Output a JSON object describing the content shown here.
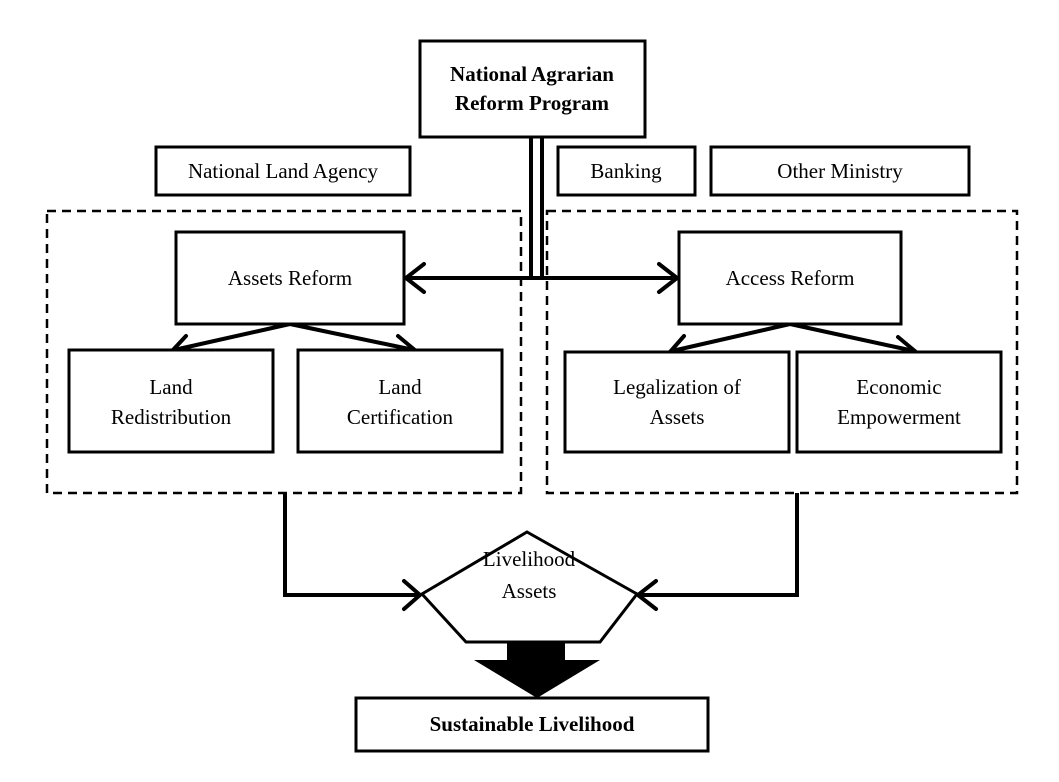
{
  "nodes": {
    "nar_program": [
      "National Agrarian",
      "Reform Program"
    ],
    "land_agency": "National Land Agency",
    "banking": "Banking",
    "other_ministry": "Other Ministry",
    "assets_reform": "Assets Reform",
    "access_reform": "Access Reform",
    "land_redistribution": [
      "Land",
      "Redistribution"
    ],
    "land_certification": [
      "Land",
      "Certification"
    ],
    "legalization_assets": [
      "Legalization of",
      "Assets"
    ],
    "economic_empowerment": [
      "Economic",
      "Empowerment"
    ],
    "livelihood_assets": [
      "Livelihood",
      "Assets"
    ],
    "sustainable_livelihood": "Sustainable Livelihood"
  },
  "colors": {
    "stroke": "#000000",
    "background": "#ffffff"
  }
}
